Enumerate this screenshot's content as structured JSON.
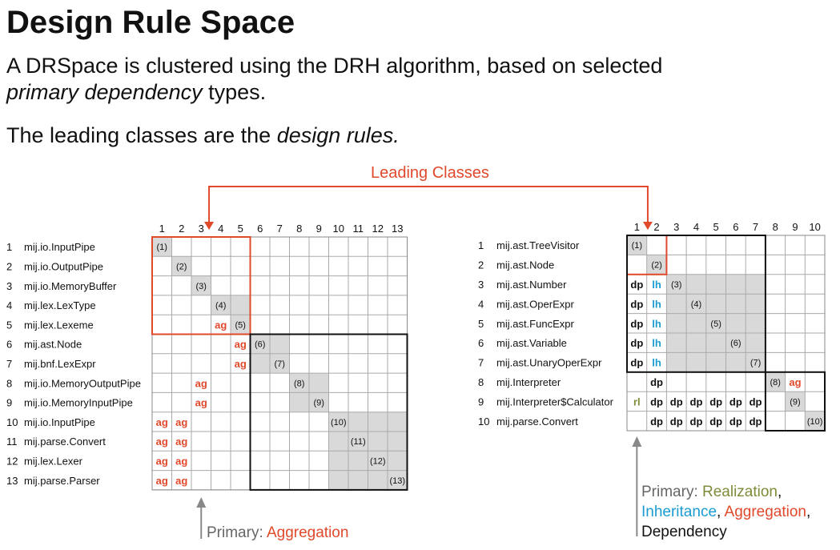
{
  "title": "Design Rule Space",
  "subtitle": {
    "line1_a": "A DRSpace is clustered using the DRH algorithm, based on selected",
    "line1_b_em": "primary dependency",
    "line1_b_rest": " types.",
    "line2_a": "The leading classes are the ",
    "line2_em": "design rules."
  },
  "leading_classes_label": "Leading Classes",
  "colors": {
    "red": "#e0492b",
    "blue": "#1a9bd1",
    "olive": "#7e8c3a",
    "gray": "#d9d9d9",
    "arrow_gray": "#888888"
  },
  "left_matrix": {
    "columns": [
      "1",
      "2",
      "3",
      "4",
      "5",
      "6",
      "7",
      "8",
      "9",
      "10",
      "11",
      "12",
      "13"
    ],
    "rows": [
      {
        "index": "1",
        "name": "mij.io.InputPipe"
      },
      {
        "index": "2",
        "name": "mij.io.OutputPipe"
      },
      {
        "index": "3",
        "name": "mij.io.MemoryBuffer"
      },
      {
        "index": "4",
        "name": "mij.lex.LexType"
      },
      {
        "index": "5",
        "name": "mij.lex.Lexeme"
      },
      {
        "index": "6",
        "name": "mij.ast.Node"
      },
      {
        "index": "7",
        "name": "mij.bnf.LexExpr"
      },
      {
        "index": "8",
        "name": "mij.io.MemoryOutputPipe"
      },
      {
        "index": "9",
        "name": "mij.io.MemoryInputPipe"
      },
      {
        "index": "10",
        "name": "mij.io.InputPipe"
      },
      {
        "index": "11",
        "name": "mij.parse.Convert"
      },
      {
        "index": "12",
        "name": "mij.lex.Lexer"
      },
      {
        "index": "13",
        "name": "mij.parse.Parser"
      }
    ],
    "cells": [
      {
        "r": 5,
        "c": 4,
        "t": "ag",
        "k": "red"
      },
      {
        "r": 6,
        "c": 5,
        "t": "ag",
        "k": "red"
      },
      {
        "r": 7,
        "c": 5,
        "t": "ag",
        "k": "red"
      },
      {
        "r": 8,
        "c": 3,
        "t": "ag",
        "k": "red"
      },
      {
        "r": 9,
        "c": 3,
        "t": "ag",
        "k": "red"
      },
      {
        "r": 10,
        "c": 1,
        "t": "ag",
        "k": "red"
      },
      {
        "r": 10,
        "c": 2,
        "t": "ag",
        "k": "red"
      },
      {
        "r": 11,
        "c": 1,
        "t": "ag",
        "k": "red"
      },
      {
        "r": 11,
        "c": 2,
        "t": "ag",
        "k": "red"
      },
      {
        "r": 12,
        "c": 1,
        "t": "ag",
        "k": "red"
      },
      {
        "r": 12,
        "c": 2,
        "t": "ag",
        "k": "red"
      },
      {
        "r": 13,
        "c": 1,
        "t": "ag",
        "k": "red"
      },
      {
        "r": 13,
        "c": 2,
        "t": "ag",
        "k": "red"
      }
    ],
    "shaded": [
      [
        1,
        1
      ],
      [
        2,
        2
      ],
      [
        3,
        3
      ],
      [
        4,
        4
      ],
      [
        4,
        5
      ],
      [
        5,
        5
      ],
      [
        6,
        6
      ],
      [
        6,
        7
      ],
      [
        7,
        6
      ],
      [
        7,
        7
      ],
      [
        8,
        8
      ],
      [
        8,
        9
      ],
      [
        9,
        8
      ],
      [
        9,
        9
      ],
      [
        10,
        10
      ],
      [
        10,
        11
      ],
      [
        10,
        12
      ],
      [
        10,
        13
      ],
      [
        11,
        10
      ],
      [
        11,
        11
      ],
      [
        11,
        12
      ],
      [
        11,
        13
      ],
      [
        12,
        10
      ],
      [
        12,
        11
      ],
      [
        12,
        12
      ],
      [
        12,
        13
      ],
      [
        13,
        10
      ],
      [
        13,
        11
      ],
      [
        13,
        12
      ],
      [
        13,
        13
      ]
    ],
    "blocks": [
      {
        "r1": 1,
        "c1": 1,
        "r2": 5,
        "c2": 5,
        "k": "red"
      },
      {
        "r1": 6,
        "c1": 6,
        "r2": 13,
        "c2": 13,
        "k": "black"
      }
    ]
  },
  "right_matrix": {
    "columns": [
      "1",
      "2",
      "3",
      "4",
      "5",
      "6",
      "7",
      "8",
      "9",
      "10"
    ],
    "rows": [
      {
        "index": "1",
        "name": "mij.ast.TreeVisitor"
      },
      {
        "index": "2",
        "name": "mij.ast.Node"
      },
      {
        "index": "3",
        "name": "mij.ast.Number"
      },
      {
        "index": "4",
        "name": "mij.ast.OperExpr"
      },
      {
        "index": "5",
        "name": "mij.ast.FuncExpr"
      },
      {
        "index": "6",
        "name": "mij.ast.Variable"
      },
      {
        "index": "7",
        "name": "mij.ast.UnaryOperExpr"
      },
      {
        "index": "8",
        "name": "mij.Interpreter"
      },
      {
        "index": "9",
        "name": "mij.Interpreter$Calculator"
      },
      {
        "index": "10",
        "name": "mij.parse.Convert"
      }
    ],
    "cells": [
      {
        "r": 3,
        "c": 1,
        "t": "dp",
        "k": "black"
      },
      {
        "r": 3,
        "c": 2,
        "t": "lh",
        "k": "blue"
      },
      {
        "r": 4,
        "c": 1,
        "t": "dp",
        "k": "black"
      },
      {
        "r": 4,
        "c": 2,
        "t": "lh",
        "k": "blue"
      },
      {
        "r": 5,
        "c": 1,
        "t": "dp",
        "k": "black"
      },
      {
        "r": 5,
        "c": 2,
        "t": "lh",
        "k": "blue"
      },
      {
        "r": 6,
        "c": 1,
        "t": "dp",
        "k": "black"
      },
      {
        "r": 6,
        "c": 2,
        "t": "lh",
        "k": "blue"
      },
      {
        "r": 7,
        "c": 1,
        "t": "dp",
        "k": "black"
      },
      {
        "r": 7,
        "c": 2,
        "t": "lh",
        "k": "blue"
      },
      {
        "r": 8,
        "c": 2,
        "t": "dp",
        "k": "black"
      },
      {
        "r": 8,
        "c": 9,
        "t": "ag",
        "k": "red"
      },
      {
        "r": 9,
        "c": 1,
        "t": "rl",
        "k": "olive"
      },
      {
        "r": 9,
        "c": 2,
        "t": "dp",
        "k": "black"
      },
      {
        "r": 9,
        "c": 3,
        "t": "dp",
        "k": "black"
      },
      {
        "r": 9,
        "c": 4,
        "t": "dp",
        "k": "black"
      },
      {
        "r": 9,
        "c": 5,
        "t": "dp",
        "k": "black"
      },
      {
        "r": 9,
        "c": 6,
        "t": "dp",
        "k": "black"
      },
      {
        "r": 9,
        "c": 7,
        "t": "dp",
        "k": "black"
      },
      {
        "r": 10,
        "c": 2,
        "t": "dp",
        "k": "black"
      },
      {
        "r": 10,
        "c": 3,
        "t": "dp",
        "k": "black"
      },
      {
        "r": 10,
        "c": 4,
        "t": "dp",
        "k": "black"
      },
      {
        "r": 10,
        "c": 5,
        "t": "dp",
        "k": "black"
      },
      {
        "r": 10,
        "c": 6,
        "t": "dp",
        "k": "black"
      },
      {
        "r": 10,
        "c": 7,
        "t": "dp",
        "k": "black"
      }
    ],
    "shaded": [
      [
        1,
        1
      ],
      [
        2,
        2
      ],
      [
        3,
        3
      ],
      [
        3,
        4
      ],
      [
        3,
        5
      ],
      [
        3,
        6
      ],
      [
        3,
        7
      ],
      [
        4,
        3
      ],
      [
        4,
        4
      ],
      [
        4,
        5
      ],
      [
        4,
        6
      ],
      [
        4,
        7
      ],
      [
        5,
        3
      ],
      [
        5,
        4
      ],
      [
        5,
        5
      ],
      [
        5,
        6
      ],
      [
        5,
        7
      ],
      [
        6,
        3
      ],
      [
        6,
        4
      ],
      [
        6,
        5
      ],
      [
        6,
        6
      ],
      [
        6,
        7
      ],
      [
        7,
        3
      ],
      [
        7,
        4
      ],
      [
        7,
        5
      ],
      [
        7,
        6
      ],
      [
        7,
        7
      ],
      [
        8,
        8
      ],
      [
        9,
        9
      ],
      [
        10,
        10
      ]
    ],
    "blocks": [
      {
        "r1": 1,
        "c1": 1,
        "r2": 2,
        "c2": 2,
        "k": "red"
      },
      {
        "r1": 1,
        "c1": 1,
        "r2": 7,
        "c2": 7,
        "k": "black"
      },
      {
        "r1": 8,
        "c1": 8,
        "r2": 10,
        "c2": 10,
        "k": "black"
      }
    ]
  },
  "legend_left": {
    "prefix": "Primary: ",
    "aggregation": "Aggregation"
  },
  "legend_right": {
    "prefix": "Primary: ",
    "realization": "Realization",
    "comma1": ",",
    "inheritance": "Inheritance",
    "comma2": ", ",
    "aggregation": "Aggregation",
    "comma3": ",",
    "dependency": "Dependency"
  }
}
